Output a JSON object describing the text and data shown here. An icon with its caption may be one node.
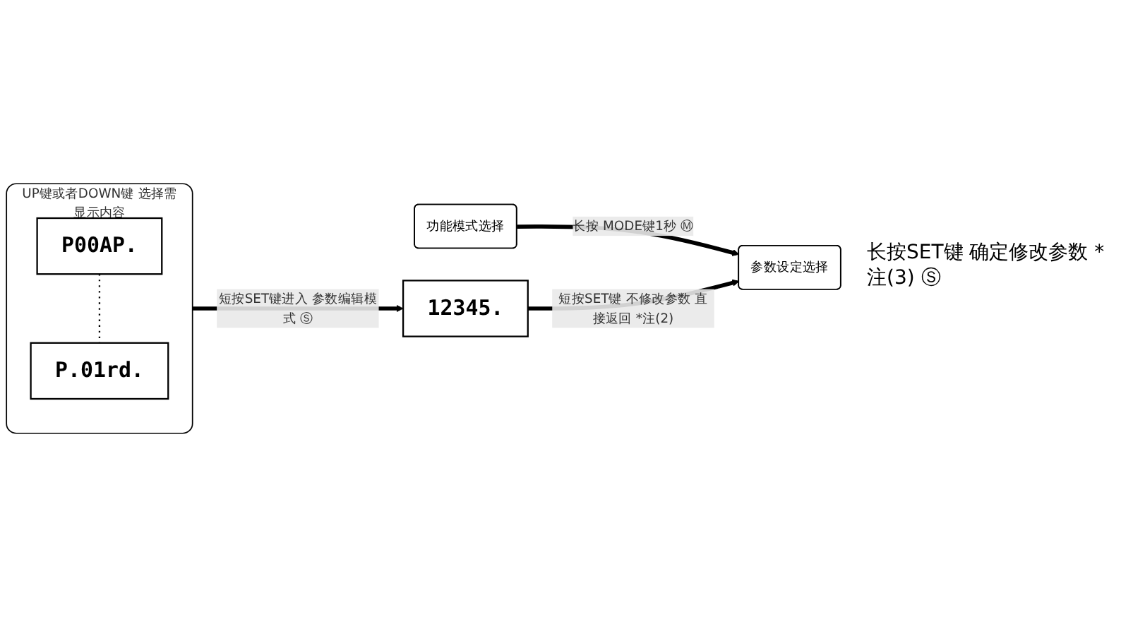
{
  "diagram": {
    "nodes": [
      {
        "text": [
          "功能模式选择"
        ]
      },
      {
        "text": [
          "参数设定选择"
        ]
      },
      {
        "text": [
          "UP键或者DOWN键 选择需显示内容"
        ]
      },
      {
        "text": [
          "P00AP."
        ],
        "in": 2
      },
      {
        "text": [
          "P.01rd."
        ],
        "in": 2
      },
      {
        "text": [
          "12345."
        ]
      }
    ],
    "edges": [
      {
        "from": 0,
        "to": 1,
        "arrow": "to",
        "label": "长按 MODE键1秒 Ⓜ"
      },
      {
        "from": 3,
        "to": 4,
        "arrow": "none",
        "style": "dashed"
      },
      {
        "from": 2,
        "to": 5,
        "arrow": "to",
        "label": "短按SET键进入 参数编辑模式 Ⓢ"
      },
      {
        "from": 5,
        "to": 1,
        "arrow": "to",
        "label": "短按SET键 不修改参数 直接返回 *注(2)"
      }
    ],
    "labels": [
      "长按SET键 确定修改参数 *注(3) Ⓢ"
    ]
  }
}
